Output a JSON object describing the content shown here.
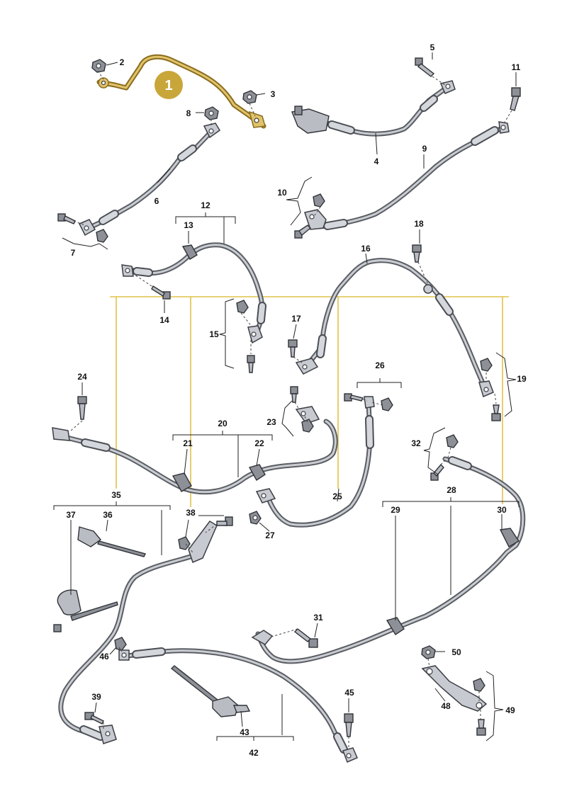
{
  "badge": "1",
  "labels": {
    "l2": "2",
    "l3": "3",
    "l4": "4",
    "l5": "5",
    "l6": "6",
    "l7": "7",
    "l8": "8",
    "l9": "9",
    "l10": "10",
    "l11": "11",
    "l12": "12",
    "l13": "13",
    "l14": "14",
    "l15": "15",
    "l16": "16",
    "l17": "17",
    "l18": "18",
    "l19": "19",
    "l20": "20",
    "l21": "21",
    "l22": "22",
    "l23": "23",
    "l24": "24",
    "l25": "25",
    "l26": "26",
    "l27": "27",
    "l28": "28",
    "l29": "29",
    "l30": "30",
    "l31": "31",
    "l32": "32",
    "l35": "35",
    "l36": "36",
    "l37": "37",
    "l38": "38",
    "l39": "39",
    "l42": "42",
    "l43": "43",
    "l45": "45",
    "l46": "46",
    "l48": "48",
    "l49": "49",
    "l50": "50"
  },
  "colors": {
    "highlight": "#e0c36a",
    "badge": "#c9a63a",
    "reference_line": "#e0c24a",
    "cable": "#5a5e64"
  }
}
